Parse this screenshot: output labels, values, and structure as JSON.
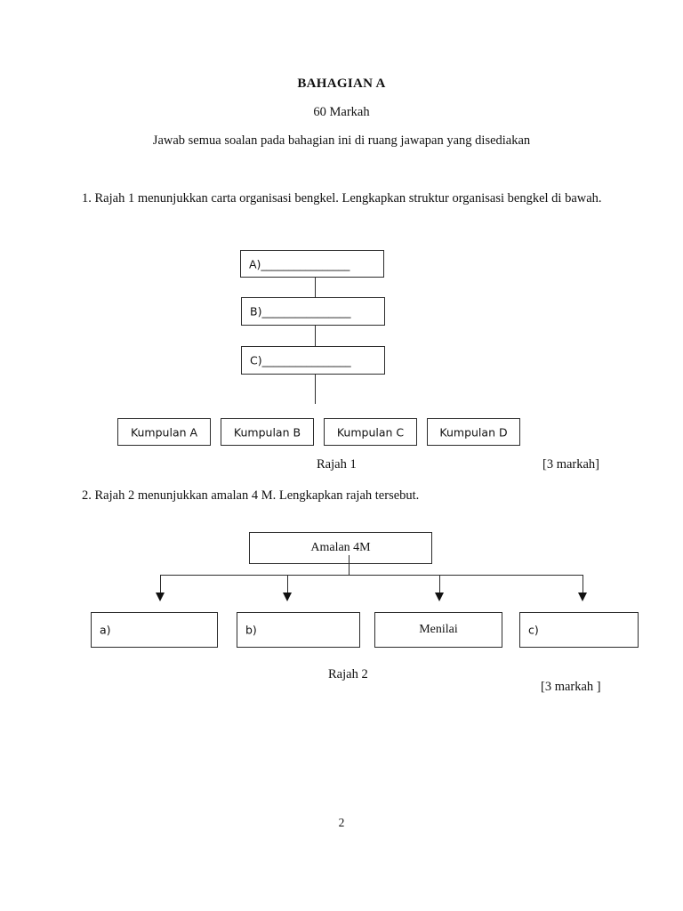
{
  "header": {
    "title": "BAHAGIAN A",
    "marks_total": "60 Markah",
    "instruction": "Jawab semua soalan pada bahagian ini di ruang jawapan yang disediakan"
  },
  "questions": [
    {
      "number": "1.",
      "text": "1. Rajah 1 menunjukkan carta organisasi bengkel. Lengkapkan struktur organisasi bengkel di bawah.",
      "caption": "Rajah 1",
      "marks": "[3 markah]",
      "diagram": {
        "type": "organisation-chart",
        "chain": [
          {
            "label": "A)________________"
          },
          {
            "label": "B)________________"
          },
          {
            "label": "C)________________"
          }
        ],
        "leaves": [
          {
            "label": "Kumpulan A"
          },
          {
            "label": "Kumpulan B"
          },
          {
            "label": "Kumpulan C"
          },
          {
            "label": "Kumpulan D"
          }
        ]
      }
    },
    {
      "number": "2.",
      "text": "2. Rajah 2 menunjukkan amalan 4 M. Lengkapkan rajah tersebut.",
      "caption": "Rajah 2",
      "marks": "[3 markah ]",
      "diagram": {
        "type": "tree-with-arrows",
        "root": {
          "label": "Amalan 4M"
        },
        "leaves": [
          {
            "label": "a)"
          },
          {
            "label": "b)"
          },
          {
            "label": "Menilai"
          },
          {
            "label": "c)"
          }
        ]
      }
    }
  ],
  "footer": {
    "page_number": "2"
  },
  "colors": {
    "ink": "#111111",
    "stroke": "#2b2b2b",
    "paper": "#ffffff"
  }
}
